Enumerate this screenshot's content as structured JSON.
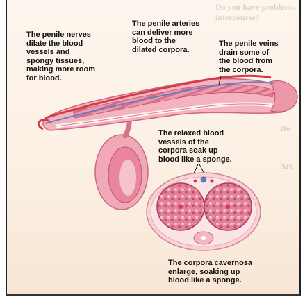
{
  "labels": {
    "nerves": "The penile nerves\ndilate the blood\nvessels and\nspongy tissues,\nmaking more room\nfor blood.",
    "arteries": "The penile arteries\ncan deliver more\nblood to the\ndilated corpora.",
    "veins": "The penile veins\ndrain some of\nthe blood from\nthe corpora.",
    "relaxed": "The relaxed blood\nvessels of the\ncorpora soak up\nblood like a sponge.",
    "cavernosa": "The corpora cavernosa\nenlarge, soaking up\nblood like a sponge."
  },
  "background_text": [
    "Do you have problems",
    "intercourse?",
    "have",
    "Do",
    "Are"
  ],
  "colors": {
    "tissue": "#e98aa0",
    "tissue_dark": "#c95a74",
    "skin": "#f4b3bf",
    "artery": "#d23a48",
    "vein": "#5f7fc0"
  }
}
